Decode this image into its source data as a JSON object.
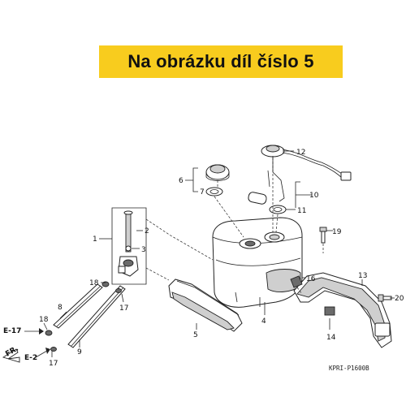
{
  "banner": {
    "text": "Na obrázku díl číslo 5",
    "color": "#f8cc1e"
  },
  "diagram_code": "KPRI-P1600B",
  "callouts": {
    "c1": "1",
    "c2": "2",
    "c3": "3",
    "c4": "4",
    "c5": "5",
    "c6": "6",
    "c7": "7",
    "c8": "8",
    "c9": "9",
    "c10": "10",
    "c11": "11",
    "c12": "12",
    "c13": "13",
    "c14": "14",
    "c16": "16",
    "c17a": "17",
    "c17b": "17",
    "c18a": "18",
    "c18b": "18",
    "c19": "19",
    "c20": "20"
  },
  "refs": {
    "e17": "E-17",
    "e2": "E-2",
    "fr": "FR."
  }
}
